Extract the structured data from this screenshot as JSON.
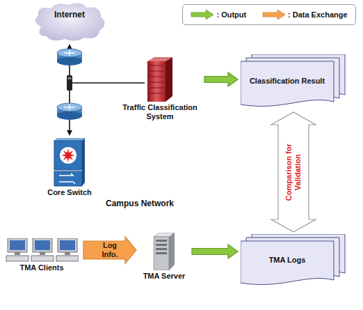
{
  "diagram": {
    "nodes": [
      {
        "text": [
          "Internet"
        ]
      },
      {
        "text": [
          "Traffic Classification System"
        ]
      },
      {
        "text": [
          "Classification Result"
        ]
      },
      {
        "text": [
          "Core Switch"
        ]
      },
      {
        "text": [
          "Campus Network"
        ]
      },
      {
        "text": [
          "TMA Clients"
        ]
      },
      {
        "text": [
          "TMA Server"
        ]
      },
      {
        "text": [
          "TMA Logs"
        ]
      }
    ],
    "edges": [
      {
        "from": 0,
        "to": 3,
        "arrow": "both"
      },
      {
        "from": 1,
        "to": 2,
        "arrow": "to"
      },
      {
        "from": 5,
        "to": 6,
        "label": "Log Info.",
        "arrow": "to"
      },
      {
        "from": 6,
        "to": 7,
        "arrow": "to"
      },
      {
        "from": 2,
        "to": 7,
        "label": "Comparison for Validation",
        "arrow": "both"
      }
    ],
    "legend": [
      {
        "text": ": Output"
      },
      {
        "text": ": Data Exchange"
      }
    ]
  }
}
